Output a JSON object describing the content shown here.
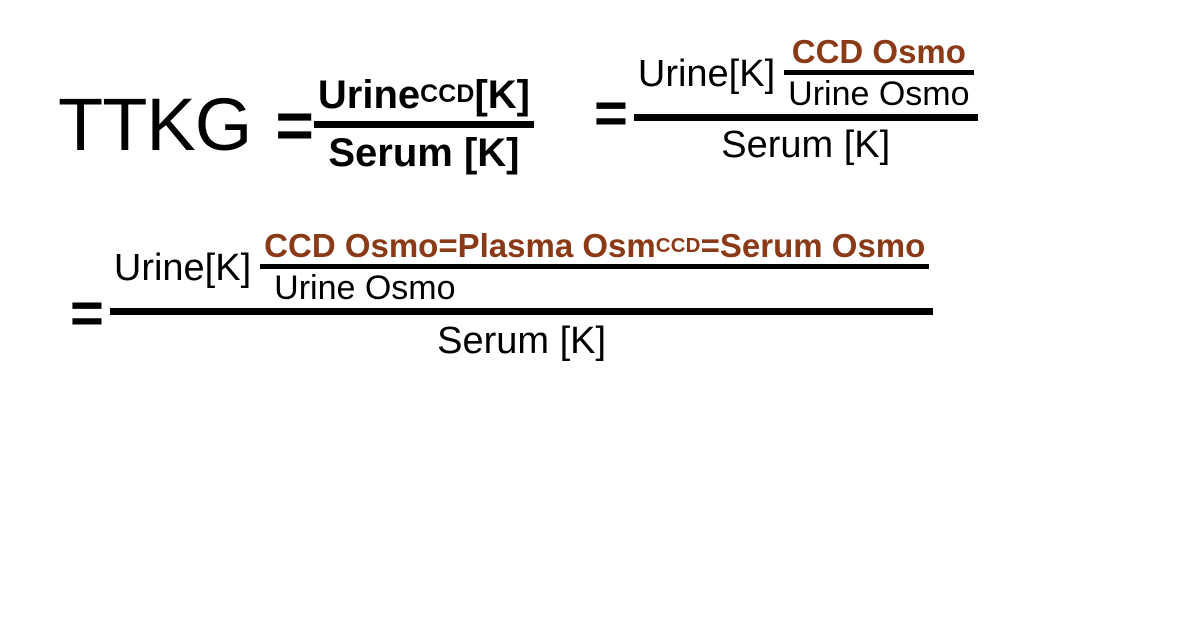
{
  "page": {
    "title": "TTKG formula derivation",
    "background_color": "#ffffff",
    "text_color": "#000000",
    "accent_color": "#8a3a16"
  },
  "expression1": {
    "lhs": "TTKG",
    "equals": "=",
    "numerator": {
      "main": "Urine",
      "subscript": "CCD",
      "trailing": "[K]"
    },
    "denominator": "Serum [K]"
  },
  "expression2": {
    "equals": "=",
    "numerator_lead": "Urine[K]",
    "inner_numerator": "CCD Osmo",
    "inner_denominator": "Urine Osmo",
    "denominator": "Serum [K]"
  },
  "expression3": {
    "equals": "=",
    "numerator_lead": "Urine[K]",
    "inner_numerator": {
      "part1": "CCD Osmo=Plasma Osm",
      "subscript": "CCD",
      "part2": "=Serum Osmo"
    },
    "inner_denominator": "Urine Osmo",
    "denominator": "Serum [K]"
  }
}
